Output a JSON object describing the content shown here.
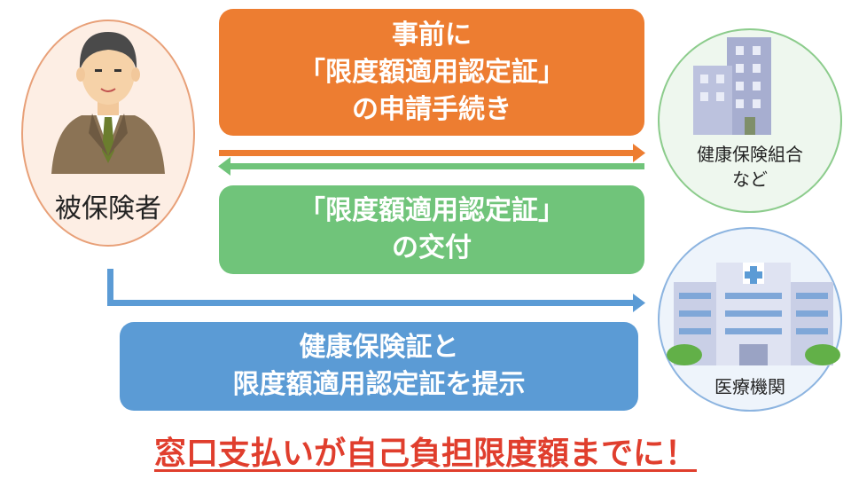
{
  "insured": {
    "label": "被保険者"
  },
  "insurer": {
    "label_line1": "健康保険組合",
    "label_line2": "など"
  },
  "hospital": {
    "label": "医療機関"
  },
  "steps": {
    "apply": {
      "line1": "事前に",
      "line2": "「限度額適用認定証」",
      "line3": "の申請手続き"
    },
    "issue": {
      "line1": "「限度額適用認定証」",
      "line2": "の交付"
    },
    "present": {
      "line1": "健康保険証と",
      "line2": "限度額適用認定証を提示"
    }
  },
  "message": "窓口支払いが自己負担限度額までに！",
  "colors": {
    "apply": "#ed7d31",
    "issue": "#70c47a",
    "present": "#5b9bd5",
    "message": "#e03e2d"
  },
  "icons": [
    "businessman-icon",
    "office-building-icon",
    "hospital-building-icon"
  ]
}
